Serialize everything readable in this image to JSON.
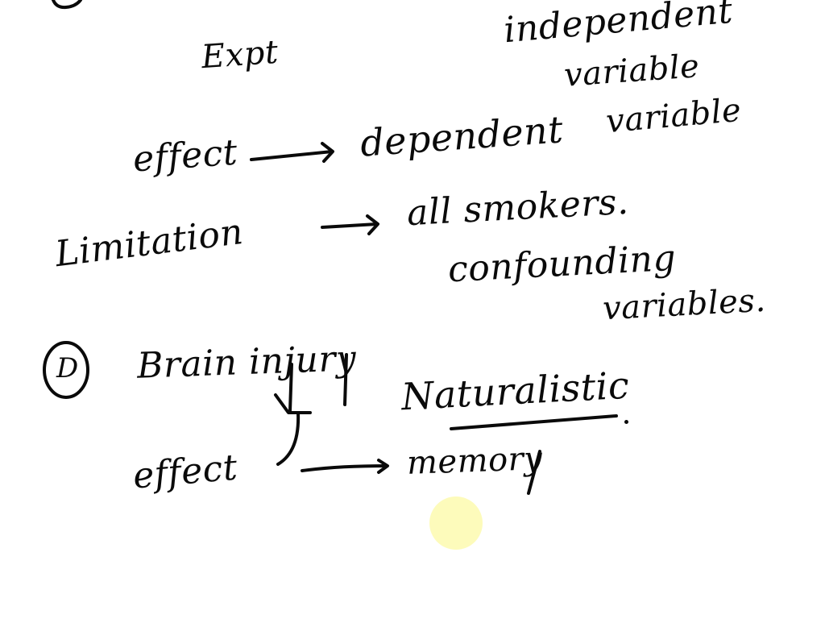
{
  "page": {
    "background": "#ffffff",
    "ink_color": "#0a0a0a",
    "cursor_highlight_color": "#fdfbb4"
  },
  "notes": {
    "expt": "Expt",
    "independent": "independent",
    "independent_variable": "variable",
    "effect_1": "effect",
    "dependent": "dependent",
    "dependent_variable": "variable",
    "limitation": "Limitation",
    "all_smokers": "all smokers.",
    "confounding": "confounding",
    "confounding_variables": "variables.",
    "item_d_label": "D",
    "brain_injury": "Brain injury",
    "naturalistic": "Naturalistic",
    "effect_2": "effect",
    "memory": "memory"
  }
}
